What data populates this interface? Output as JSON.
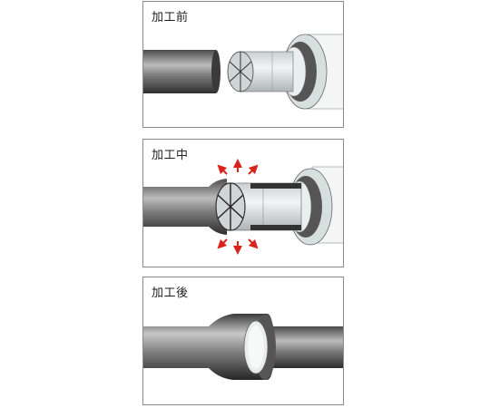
{
  "panels": [
    {
      "label": "加工前"
    },
    {
      "label": "加工中"
    },
    {
      "label": "加工後"
    }
  ],
  "colors": {
    "pipe_dark": "#3a3a3a",
    "pipe_light": "#bdbdbd",
    "tool_light": "#e6eaea",
    "ring_face": "#d8e0df",
    "ring_dark": "#555555",
    "arrow": "#d9241c",
    "border": "#8a8a8a"
  }
}
